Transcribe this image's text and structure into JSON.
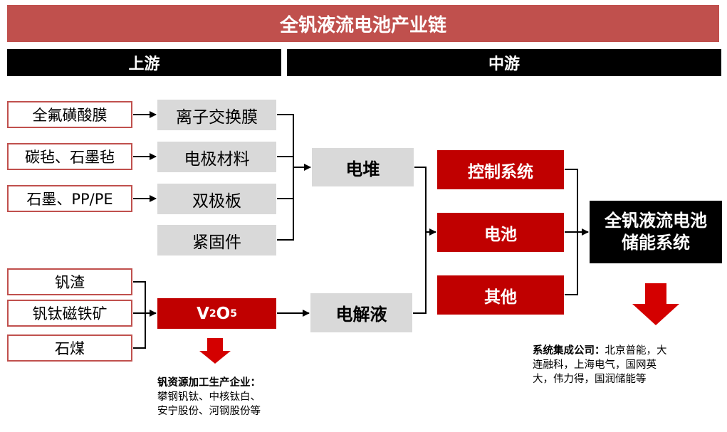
{
  "title": "全钒液流电池产业链",
  "stages": {
    "upstream": "上游",
    "midstream": "中游"
  },
  "raw_materials": [
    "全氟磺酸膜",
    "碳毡、石墨毡",
    "石墨、PP/PE",
    "钒渣",
    "钒钛磁铁矿",
    "石煤"
  ],
  "components": [
    "离子交换膜",
    "电极材料",
    "双极板",
    "紧固件"
  ],
  "v2o5": {
    "v": "V",
    "sub1": "2",
    "o": "O",
    "sub2": "5"
  },
  "stack": "电堆",
  "electrolyte": "电解液",
  "subsystems": [
    "控制系统",
    "电池",
    "其他"
  ],
  "final_system": {
    "line1": "全钒液流电池",
    "line2": "储能系统"
  },
  "vanadium_note": {
    "heading": "钒资源加工生产企业：",
    "line1": "攀钢钒钛、中核钛白、",
    "line2": "安宁股份、河钢股份等"
  },
  "integrator_note": {
    "heading": "系统集成公司：",
    "line1_rest": "北京普能，大",
    "line2": "连融科，上海电气，国网英",
    "line3": "大，伟力得，国润储能等"
  },
  "colors": {
    "title_bar": "#c0504d",
    "red_box": "#c00000",
    "arrow": "#d40000",
    "grey_box": "#d9d9d9"
  }
}
